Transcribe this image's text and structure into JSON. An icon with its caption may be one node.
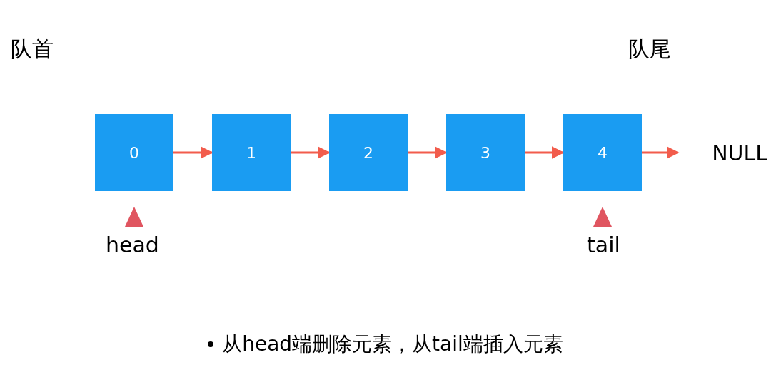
{
  "diagram": {
    "caption": "从head端删除元素，从tail端插入元素",
    "nodes": [
      {
        "text": [
          "0"
        ]
      },
      {
        "text": [
          "1"
        ]
      },
      {
        "text": [
          "2"
        ]
      },
      {
        "text": [
          "3"
        ]
      },
      {
        "text": [
          "4"
        ]
      },
      {
        "text": [
          "NULL"
        ]
      }
    ],
    "edges": [
      {
        "from": 0,
        "to": 1,
        "arrow": "to"
      },
      {
        "from": 1,
        "to": 2,
        "arrow": "to"
      },
      {
        "from": 2,
        "to": 3,
        "arrow": "to"
      },
      {
        "from": 3,
        "to": 4,
        "arrow": "to"
      },
      {
        "from": 4,
        "to": 5,
        "arrow": "to"
      }
    ],
    "labels": [
      "队首",
      "队尾",
      "head",
      "tail"
    ]
  }
}
